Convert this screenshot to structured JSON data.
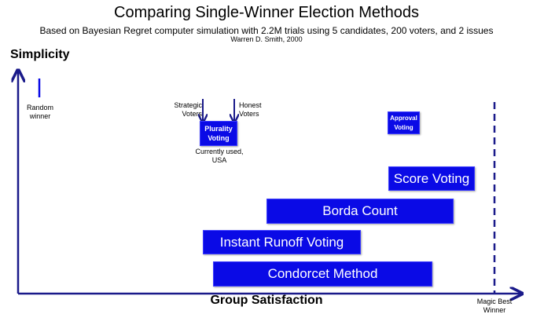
{
  "title": "Comparing Single-Winner Election Methods",
  "subtitle": "Based on Bayesian Regret computer simulation with 2.2M trials using 5 candidates, 200 voters, and 2 issues",
  "author": "Warren D. Smith, 2000",
  "axes": {
    "y_label": "Simplicity",
    "x_label": "Group Satisfaction",
    "magic_best_label": "Magic Best\nWinner"
  },
  "random": {
    "label": "Random\nwinner"
  },
  "plurality": {
    "box_label": "Plurality\nVoting",
    "strategic_label": "Strategic\nVoters",
    "honest_label": "Honest\nVoters",
    "note": "Currently used,\nUSA"
  },
  "approval": {
    "box_label": "Approval\nVoting"
  },
  "methods": {
    "score": "Score Voting",
    "borda": "Borda Count",
    "irv": "Instant Runoff Voting",
    "condorcet": "Condorcet Method"
  },
  "colors": {
    "method_fill": "#0a0ae6",
    "axis": "#1a1a8a"
  }
}
